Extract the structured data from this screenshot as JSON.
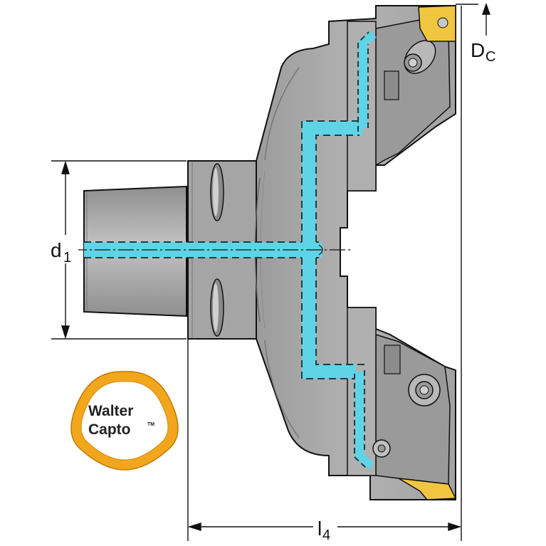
{
  "dimensions": {
    "dc": {
      "main": "D",
      "sub": "C"
    },
    "d1": {
      "main": "d",
      "sub": "1"
    },
    "l4": {
      "main": "l",
      "sub": "4"
    }
  },
  "logo": {
    "line1": "Walter",
    "line2": "Capto",
    "trademark": "TM",
    "ring_color": "#f2a61c",
    "inner_color": "#ffffff"
  },
  "colors": {
    "body": "#a9a9a9",
    "body_dark": "#8a8a8a",
    "body_light": "#c9c9c9",
    "coolant": "#5fd4e6",
    "insert": "#f0c640",
    "outline": "#111111"
  }
}
